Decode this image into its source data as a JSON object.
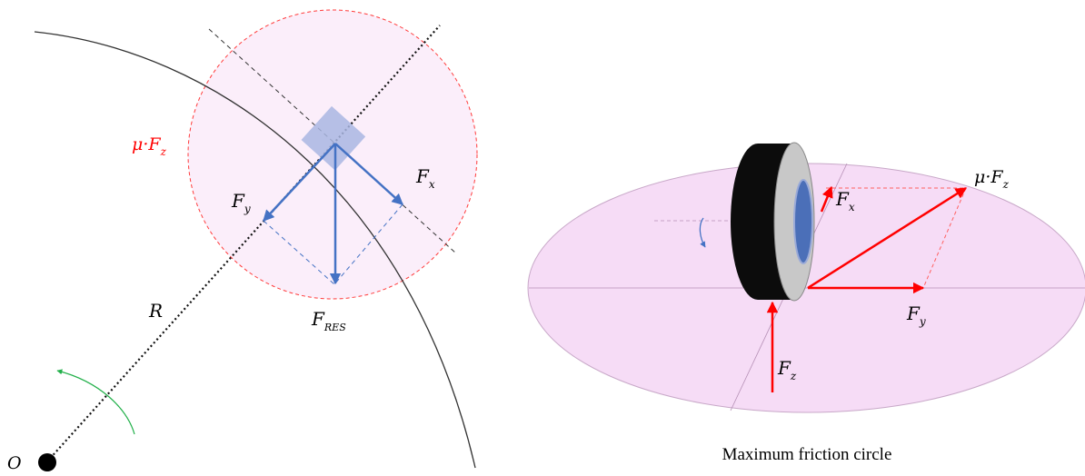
{
  "colors": {
    "circle_fill": "#fbeefa",
    "circle_stroke": "#ff3b3b",
    "disc_fill": "#f6dcf6",
    "force_blue": "#4472c4",
    "force_red": "#ff0000",
    "block_fill": "#a9b6e2",
    "rotation_green": "#22b04a",
    "tyre_dark": "#0c0c0c"
  },
  "left_diagram": {
    "labels": {
      "mu": "μ·F",
      "mu_sub": "z",
      "fy": "F",
      "fy_sub": "y",
      "fx": "F",
      "fx_sub": "x",
      "fres": "F",
      "fres_sub": "RES",
      "radius": "R",
      "origin": "O"
    }
  },
  "right_diagram": {
    "labels": {
      "mu": "μ·F",
      "mu_sub": "z",
      "fx": "F",
      "fx_sub": "x",
      "fy": "F",
      "fy_sub": "y",
      "fz": "F",
      "fz_sub": "z"
    },
    "caption": "Maximum friction circle"
  }
}
